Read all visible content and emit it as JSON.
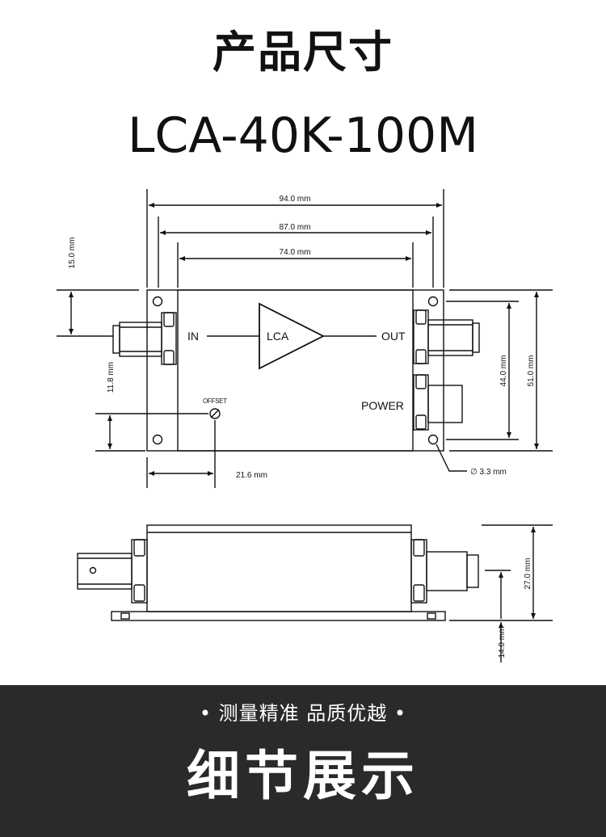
{
  "header": {
    "title": "产品尺寸",
    "model": "LCA-40K-100M"
  },
  "top_view": {
    "labels": {
      "in": "IN",
      "out": "OUT",
      "lca": "LCA",
      "power": "POWER",
      "offset": "OFFSET"
    },
    "dimensions": {
      "d94": "94.0 mm",
      "d87": "87.0 mm",
      "d74": "74.0 mm",
      "d15": "15.0 mm",
      "d118": "11.8 mm",
      "d216": "21.6 mm",
      "d44": "44.0 mm",
      "d51": "51.0 mm",
      "hole": "∅ 3.3 mm"
    }
  },
  "side_view": {
    "dimensions": {
      "d27": "27.0 mm",
      "d14": "14.0 mm"
    }
  },
  "banner": {
    "slogan": "• 测量精准  品质优越 •",
    "title": "细节展示"
  }
}
